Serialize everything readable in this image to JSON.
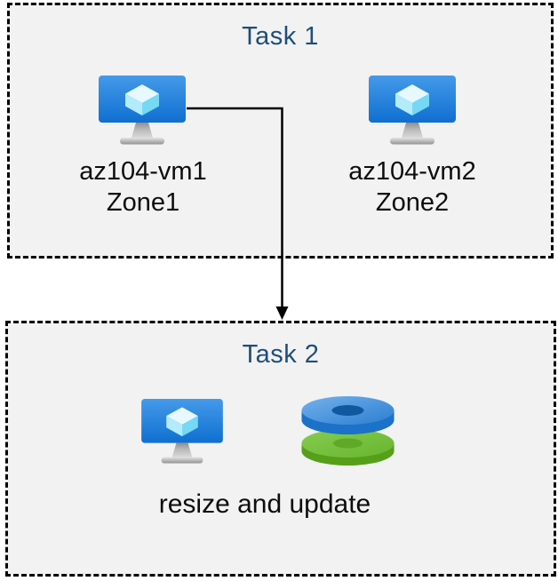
{
  "diagram": {
    "task1": {
      "title": "Task 1",
      "vm1": {
        "name": "az104-vm1",
        "zone": "Zone1"
      },
      "vm2": {
        "name": "az104-vm2",
        "zone": "Zone2"
      }
    },
    "task2": {
      "title": "Task 2",
      "caption": "resize and update"
    }
  },
  "icons": {
    "vm": "azure-virtual-machine-icon",
    "disks": "azure-managed-disks-icon",
    "arrow": "connector-down-arrow"
  },
  "colors": {
    "background": "#ffffff",
    "box_fill": "#f2f2f2",
    "box_border": "#000000",
    "title_text": "#1f4e79",
    "label_text": "#0d0d0d",
    "vm_screen_top": "#459ae9",
    "vm_screen_bottom": "#1170cf",
    "vm_cube_top": "#e7f8fe",
    "vm_cube_left": "#b4ebfa",
    "vm_cube_right": "#75d9f6",
    "disk_blue_top": "#3381d2",
    "disk_blue_side": "#1b72c8",
    "disk_blue_hole": "#11599f",
    "disk_green_top": "#72bf3a",
    "disk_green_side": "#55a018",
    "disk_green_hole": "#5ea927"
  }
}
